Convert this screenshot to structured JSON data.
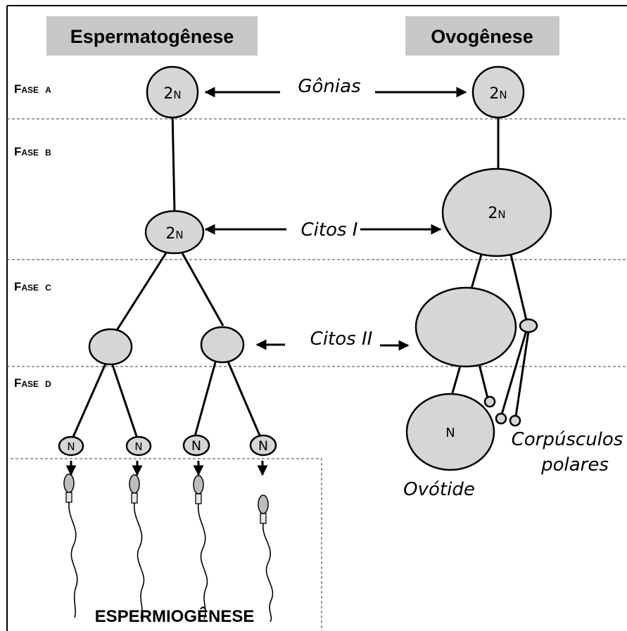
{
  "headers": {
    "left": "Espermatogênese",
    "right": "Ovogênese"
  },
  "phases": [
    {
      "first": "F",
      "rest": "ASE",
      "letter": "A"
    },
    {
      "first": "F",
      "rest": "ASE",
      "letter": "B"
    },
    {
      "first": "F",
      "rest": "ASE",
      "letter": "C"
    },
    {
      "first": "F",
      "rest": "ASE",
      "letter": "D"
    }
  ],
  "labels": {
    "gonias": "Gônias",
    "citos_1": "Citos I",
    "citos_2": "Citos II",
    "corpusculos_line1": "Corpúsculos",
    "corpusculos_line2": "polares",
    "ovotide": "Ovótide"
  },
  "cell_text": {
    "diploid_num": "2",
    "diploid_n": "N",
    "haploid": "N"
  },
  "footer": "ESPERMIOGÊNESE",
  "colors": {
    "header_bg": "#c8c8c8",
    "cell_fill": "#d6d6d6"
  }
}
